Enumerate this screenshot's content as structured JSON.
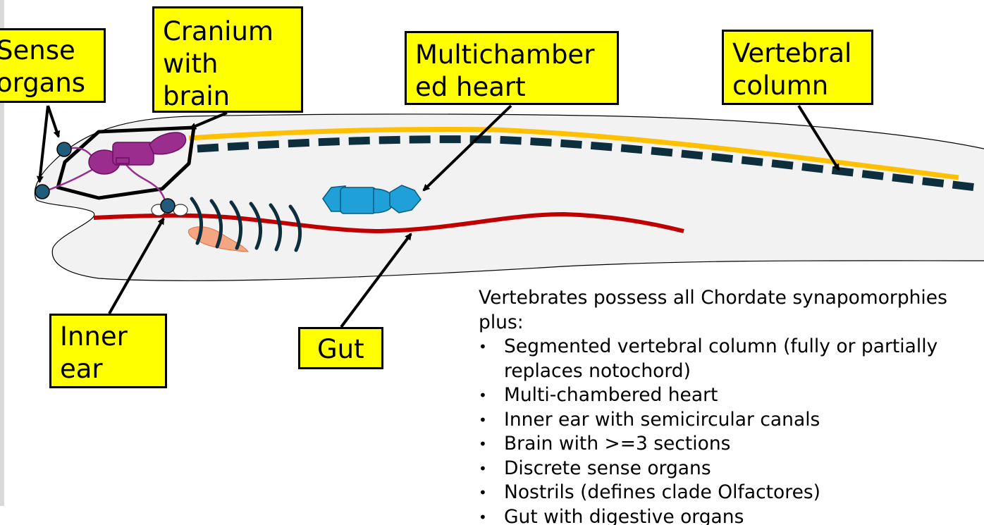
{
  "labels": {
    "sense_organs": "Sense\norgans",
    "cranium": "Cranium\nwith\nbrain",
    "heart": "Multichamber\ned heart",
    "vertebral": "Vertebral\ncolumn",
    "inner_ear": "Inner\near",
    "gut": "Gut"
  },
  "summary": {
    "intro": "Vertebrates possess all Chordate synapomorphies\nplus:",
    "bullet_glyph": "•",
    "items": [
      "Segmented vertebral column (fully or partially\nreplaces notochord)",
      "Multi-chambered heart",
      "Inner ear with semicircular canals",
      "Brain with >=3 sections",
      "Discrete sense organs",
      "Nostrils (defines clade Olfactores)",
      "Gut with digestive organs"
    ]
  },
  "colors": {
    "label_fill": "#ffff00",
    "body_fill": "#f2f2f2",
    "nerve_cord": "#ffc000",
    "vertebrae": "#0d2e3c",
    "gut": "#c00000",
    "heart": "#1fa0d8",
    "brain": "#9b2d8f",
    "sense_organ": "#1f5c7a",
    "gill_slits": "#0d2e3c",
    "liver": "#f4a582"
  }
}
